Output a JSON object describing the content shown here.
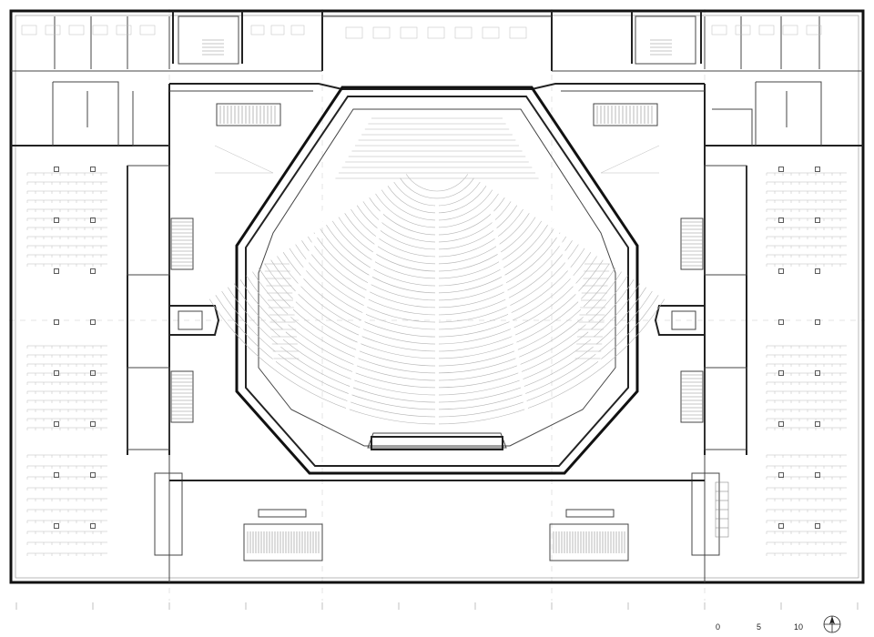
{
  "scale_bar": {
    "labels": [
      "0",
      "5",
      "10"
    ]
  },
  "icons": {
    "north_arrow": "north-arrow-icon"
  },
  "colors": {
    "line": "#222222",
    "background": "#ffffff",
    "grid": "#bdbdbd"
  }
}
